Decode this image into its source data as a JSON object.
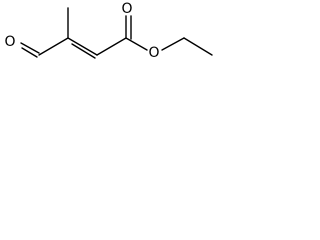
{
  "structure": {
    "atoms": {
      "aldehyde_oxygen": "O",
      "ester_carbonyl_oxygen": "O",
      "ester_ether_oxygen": "O"
    }
  },
  "colors": {
    "bond": "#000000",
    "label": "#000000",
    "background": "#ffffff"
  }
}
